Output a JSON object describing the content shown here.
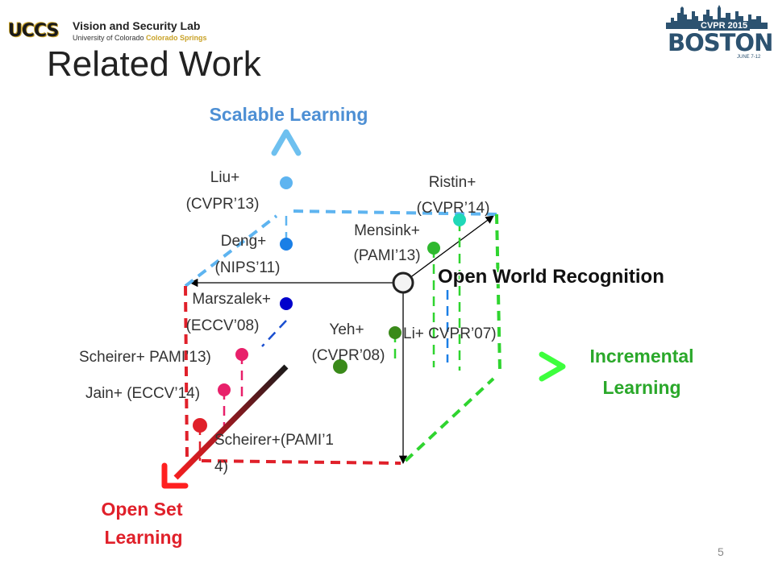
{
  "header": {
    "left_logo": {
      "mark": "UCCS",
      "name": "Vision and Security Lab",
      "sub_plain": "University of Colorado ",
      "sub_bold": "Colorado Springs"
    },
    "right_logo": {
      "event": "CVPR 2015",
      "city": "BOSTON",
      "dates": "JUNE 7-12"
    }
  },
  "slide": {
    "title": "Related Work",
    "page_number": "5"
  },
  "axes": {
    "vertical": {
      "label": "Scalable Learning",
      "color": "#4d8fd4"
    },
    "horizontal": {
      "label_line1": "Incremental",
      "label_line2": "Learning",
      "color": "#2aa82a"
    },
    "diagonal": {
      "label_line1": "Open Set",
      "label_line2": "Learning",
      "color": "#e0202a"
    }
  },
  "center_label": "Open World Recognition",
  "works": {
    "liu": {
      "line1": "Liu+",
      "line2": "(CVPR’13)"
    },
    "deng": {
      "line1": "Deng+",
      "line2": "(NIPS’11)"
    },
    "marszalek": {
      "line1": "Marszalek+",
      "line2": "(ECCV’08)"
    },
    "scheirer13": {
      "line1": "Scheirer+ PAMI’13)"
    },
    "jain": {
      "line1": "Jain+ (ECCV’14)"
    },
    "scheirer14": {
      "line1": "Scheirer+(PAMI’1",
      "line2": "4)"
    },
    "ristin": {
      "line1": "Ristin+",
      "line2": "(CVPR’14)"
    },
    "mensink": {
      "line1": "Mensink+",
      "line2": "(PAMI’13)"
    },
    "yeh": {
      "line1": "Yeh+",
      "line2": "(CVPR’08)"
    },
    "li": {
      "line1": "Li+ CVPR’07)"
    }
  },
  "colors": {
    "blue_dark": "#0000cc",
    "blue_mid": "#1a7fe6",
    "blue_light": "#5eb4f0",
    "red": "#e0202a",
    "pink": "#e8206a",
    "green": "#2fd42f",
    "green_dark": "#3a8a1a",
    "cyan": "#20d8b8"
  }
}
